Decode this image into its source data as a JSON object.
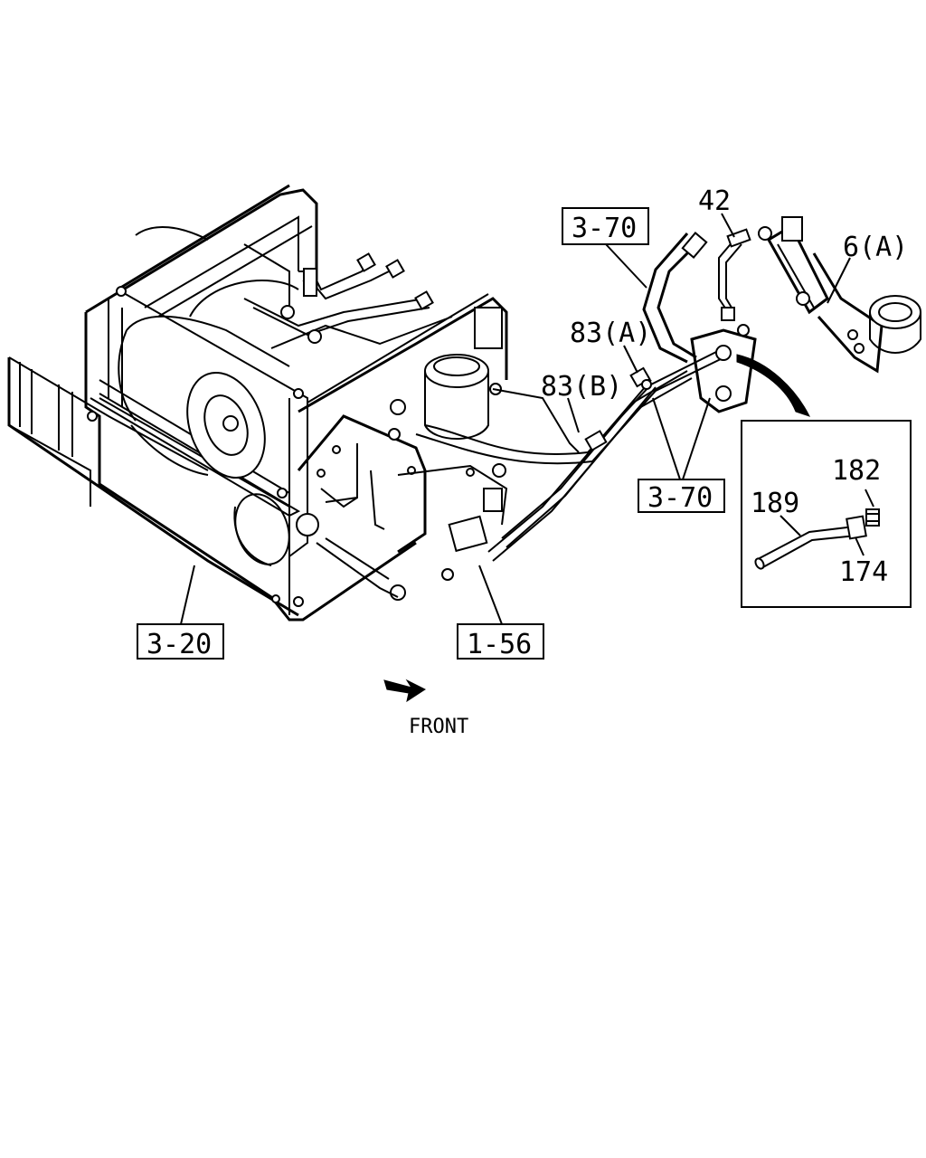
{
  "callouts": {
    "ref_3_70_top": "3-70",
    "ref_3_70_bottom": "3-70",
    "ref_3_20": "3-20",
    "ref_1_56": "1-56",
    "part_42": "42",
    "part_6a": "6(A)",
    "part_83a": "83(A)",
    "part_83b": "83(B)",
    "part_182": "182",
    "part_189": "189",
    "part_174": "174"
  },
  "direction": {
    "label": "FRONT"
  }
}
